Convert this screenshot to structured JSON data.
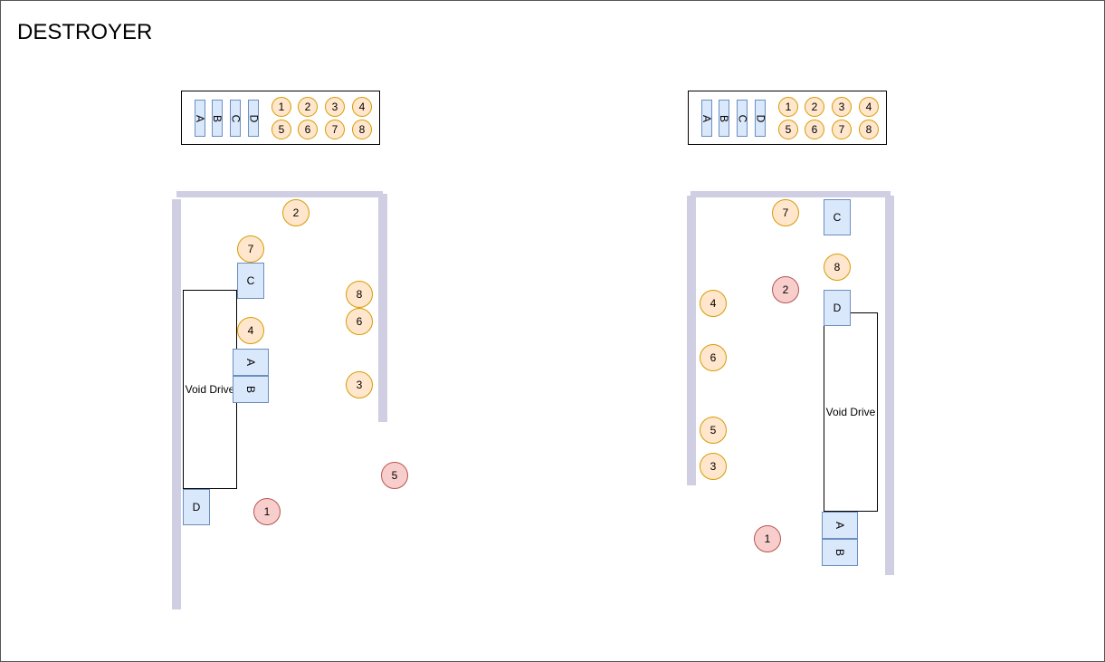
{
  "title": "DESTROYER",
  "colors": {
    "wall": "#d0cee2",
    "station_fill": "#dae8fc",
    "station_stroke": "#6c8ebf",
    "crew_fill": "#ffe6cc",
    "crew_stroke": "#d79b00",
    "alert_fill": "#f8cecc",
    "alert_stroke": "#b85450"
  },
  "legend": {
    "stations": [
      "A",
      "B",
      "C",
      "D"
    ],
    "crew": [
      "1",
      "2",
      "3",
      "4",
      "5",
      "6",
      "7",
      "8"
    ]
  },
  "layouts": [
    {
      "drive_label": "Void Drive",
      "stations": [
        "C",
        "A",
        "B",
        "D"
      ],
      "crew": [
        "2",
        "7",
        "8",
        "6",
        "4",
        "3",
        "5",
        "1"
      ]
    },
    {
      "drive_label": "Void Drive",
      "stations": [
        "C",
        "D",
        "A",
        "B"
      ],
      "crew": [
        "7",
        "8",
        "2",
        "4",
        "6",
        "5",
        "3",
        "1"
      ]
    }
  ]
}
